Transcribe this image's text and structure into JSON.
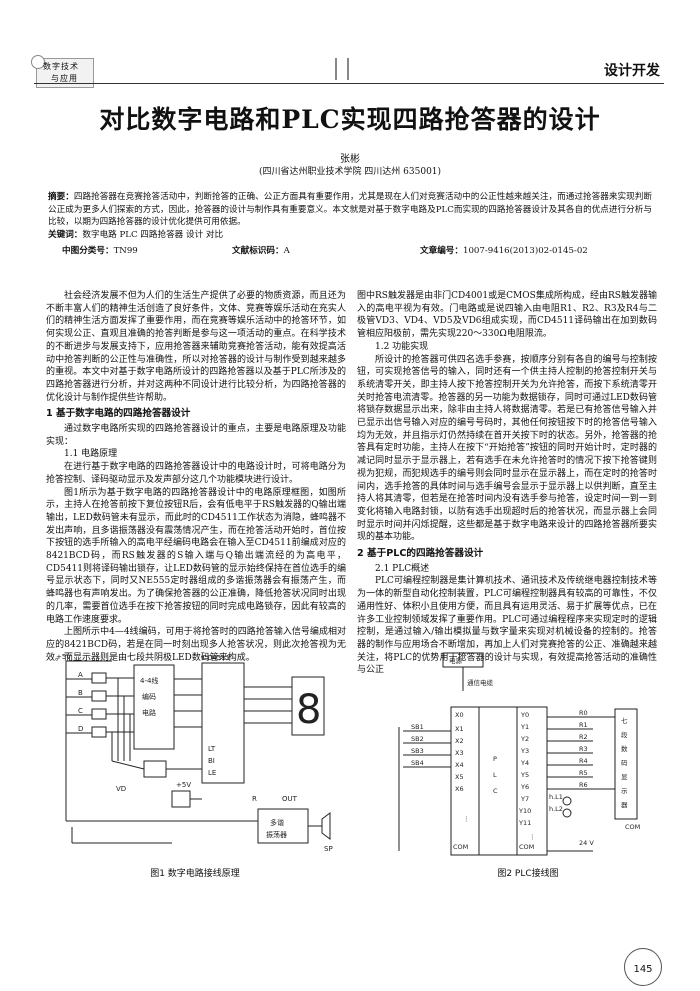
{
  "header": {
    "logo_line1": "数字技术",
    "logo_line2": "与应用",
    "section": "设计开发"
  },
  "title": "对比数字电路和PLC实现四路抢答器的设计",
  "author": "张彬",
  "affiliation": "(四川省达州职业技术学院  四川达州  635001)",
  "abstract_label": "摘要：",
  "abstract_text": "四路抢答器在竞赛抢答活动中，判断抢答的正确、公正方面具有重要作用，尤其是现在人们对竞赛活动中的公正性越来越关注，而通过抢答器来实现判断公正成为更多人们探索的方式，因此，抢答器的设计与制作具有重要意义。本文就是对基于数字电路及PLC而实现的四路抢答器设计及其各自的优点进行分析与比较，以期为四路抢答器的设计优化提供可用依据。",
  "keywords_label": "关键词：",
  "keywords": "数字电路  PLC  四路抢答器  设计  对比",
  "meta": {
    "clc_label": "中图分类号：",
    "clc": "TN99",
    "doc_label": "文献标识码：",
    "doc": "A",
    "article_label": "文章编号：",
    "article": "1007-9416(2013)02-0145-02"
  },
  "left_col": {
    "p1": "社会经济发展不但为人们的生活生产提供了必要的物质资源，而且还为不断丰富人们的精神生活创造了良好条件，文体、竞赛等娱乐活动在充实人们的精神生活方面发挥了重要作用，而在竞赛等娱乐活动中的抢答环节，如何实现公正、直观且准确的抢答判断是参与这一项活动的重点。在科学技术的不断进步与发展支持下，应用抢答器来辅助竞赛抢答活动，能有效提高活动中抢答判断的公正性与准确性，所以对抢答器的设计与制作受到越来越多的重视。本文中对基于数字电路所设计的四路抢答器以及基于PLC所涉及的四路抢答器进行分析，并对这两种不同设计进行比较分析，为四路抢答器的优化设计与制作提供些许帮助。",
    "h1": "1 基于数字电路的四路抢答器设计",
    "p2": "通过数字电路所实现的四路抢答器设计的重点，主要是电路原理及功能实现：",
    "h1_1": "1.1 电路原理",
    "p3": "在进行基于数字电路的四路抢答器设计中的电路设计时，可将电路分为抢答控制、译码驱动显示及发声部分这几个功能模块进行设计。",
    "p4": "图1所示为基于数字电路的四路抢答器设计中的电路原理框图，如图所示，主持人在抢答前按下复位按钮R后，会有低电平于RS触发器的Q输出端输出，LED数码管未有显示，而此时的CD4511工作状态为消隐，蜂鸣器不发出声响，且多谐振荡器没有震荡情况产生，而在抢答活动开始时，首位按下按钮的选手所输入的高电平经编码电路会在输入至CD4511前编成对应的8421BCD码，而RS触发器的S输入端与Q输出端流经的为高电平，CD5411则将译码输出锁存，让LED数码管的显示始终保持在首位选手的编号显示状态下，同时又NE555定时器组成的多谐振荡器会有振荡产生，而蜂鸣器也有声响发出。为了确保抢答器的公正准确，降低抢答状况同时出现的几率，需要首位选手在按下抢答按钮的同时完成电路锁存，因此有较高的电路工作速度要求。",
    "p5": "上图所示中4—4线编码，可用于将抢答时的四路抢答输入信号编成相对应的8421BCD码，若是在同一时刻出现多人抢答状况，则此次抢答视为无效。而显示器则是由七段共阴极LED数码管来构成。"
  },
  "right_col": {
    "p1": "图中RS触发器是由非门CD4001或是CMOS集成所构成，经由RS触发器输入的高电平视为有效。门电路或是说四输入由电阻R1、R2、R3及R4与二极管VD3、VD4、VD5及VD6组成实现，而CD4511译码输出在加到数码管相应阳极前，需先实现220～330Ω电阻限流。",
    "h1_2": "1.2 功能实现",
    "p2": "所设计的抢答器可供四名选手参赛，按顺序分别有各自的编号与控制按钮，可实现抢答信号的输入，同时还有一个供主持人控制的抢答控制开关与系统清零开关，即主持人按下抢答控制开关为允许抢答，而按下系统清零开关时抢答电流清零。抢答器的另一功能为数据锁存，同时可通过LED数码管将锁存数据显示出来，除非由主持人将数据清零。若是已有抢答信号输入并已显示出信号输入对应的编号号码时，其他任何按钮按下时的抢答信号输入均为无效，并且指示灯仍然持续在首开关按下时的状态。另外，抢答器的抢答具有定时功能，主持人在按下“开始抢答”按钮的同时开始计时，定时器的减记同时显示于显示器上，若有选手在未允许抢答时的情况下按下抢答键则视为犯规，而犯规选手的编号则会同时显示在显示器上，而在定时的抢答时间内，选手抢答的具体时间与选手编号会显示于显示器上以供判断，直至主持人将其清零，但若是在抢答时间内没有选手参与抢答，设定时间一到一到变化将输入电路封锁，以防有选手出现超时后的抢答状况，而显示器上会同时显示时间并闪烁提醒，这些都是基于数字电路来设计的四路抢答器所要实现的基本功能。",
    "h2": "2 基于PLC的四路抢答器设计",
    "h2_1": "2.1 PLC概述",
    "p3": "PLC可编程控制器是集计算机技术、通讯技术及传统继电器控制技术等为一体的新型自动化控制装置，PLC可编程控制器具有较高的可靠性，不仅通用性好、体积小且使用方便，而且具有运用灵活、易于扩展等优点，已在许多工业控制领域发挥了重要作用。PLC可通过编程程序来实现定时的逻辑控制，是通过输入/输出模拟量与数字量来实现对机械设备的控制的。抢答器的制作与应用场合不断增加，再加上人们对竞赛抢答的公正、准确越来越关注，将PLC的优势用于抢答器的设计与实现，有效提高抢答活动的准确性与公正"
  },
  "fig1": {
    "caption": "图1 数字电路接线原理",
    "labels": {
      "vcc": "+5V",
      "chip": "CD4511",
      "enc1": "4-4线",
      "enc2": "编码",
      "enc3": "电路",
      "vd": "VD",
      "r": "R",
      "out": "OUT",
      "osc1": "多谐",
      "osc2": "振荡器",
      "sp": "SP",
      "in_a": "A",
      "in_b": "B",
      "in_c": "C",
      "in_d": "D",
      "lt": "LT",
      "bi": "BI",
      "le": "LE",
      "plus5v": "+5V"
    }
  },
  "fig2": {
    "caption": "图2 PLC接线图",
    "labels": {
      "power": "电源",
      "comm": "通信电缆",
      "sb": [
        "SB1",
        "SB2",
        "SB3",
        "SB4"
      ],
      "x": [
        "X0",
        "X1",
        "X2",
        "X3",
        "X4",
        "X5",
        "X6"
      ],
      "y": [
        "Y0",
        "Y1",
        "Y2",
        "Y3",
        "Y4",
        "Y5",
        "Y6",
        "Y7",
        "Y10",
        "Y11"
      ],
      "r": [
        "R0",
        "R1",
        "R2",
        "R3",
        "R4",
        "R5",
        "R6"
      ],
      "plc": [
        "P",
        "L",
        "C"
      ],
      "display": [
        "七",
        "段",
        "数",
        "码",
        "显",
        "示",
        "器"
      ],
      "com": "COM",
      "hl1": "h.L1",
      "hl2": "h.L2",
      "v24": "24 V",
      "dots": "⋮"
    }
  },
  "page_number": "145"
}
